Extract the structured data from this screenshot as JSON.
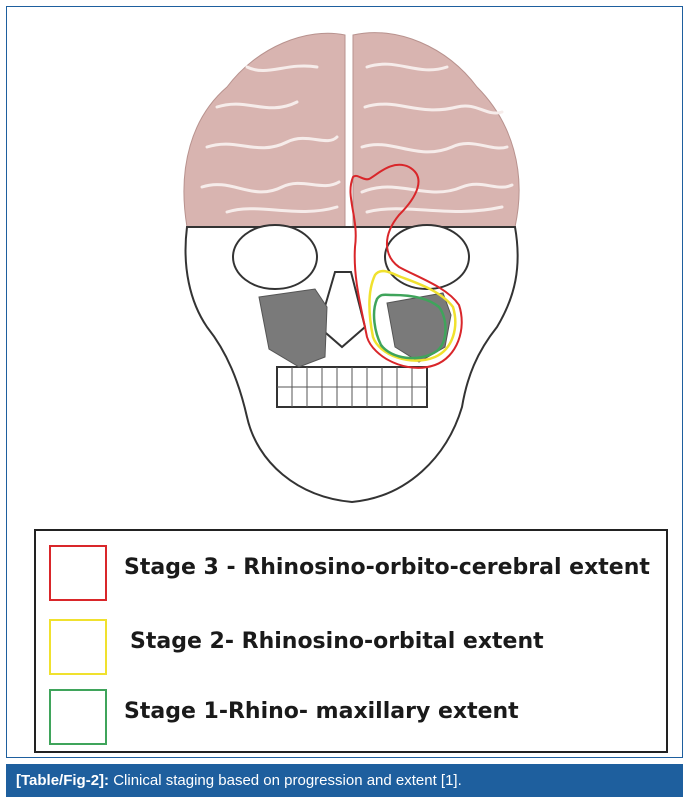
{
  "legend": {
    "items": [
      {
        "label": "Stage 3 - Rhinosino-orbito-cerebral extent",
        "color": "#d9262a"
      },
      {
        "label": "Stage 2- Rhinosino-orbital extent",
        "color": "#f0e12e"
      },
      {
        "label": "Stage 1-Rhino- maxillary extent",
        "color": "#3fa45b"
      }
    ]
  },
  "caption": {
    "tag": "[Table/Fig-2]:",
    "text": " Clinical staging based on progression and extent [1]."
  },
  "colors": {
    "brain": "#d8b4b0",
    "maxillary_sinus": "#7a7a7a",
    "frame_blue": "#1e5f9e"
  }
}
